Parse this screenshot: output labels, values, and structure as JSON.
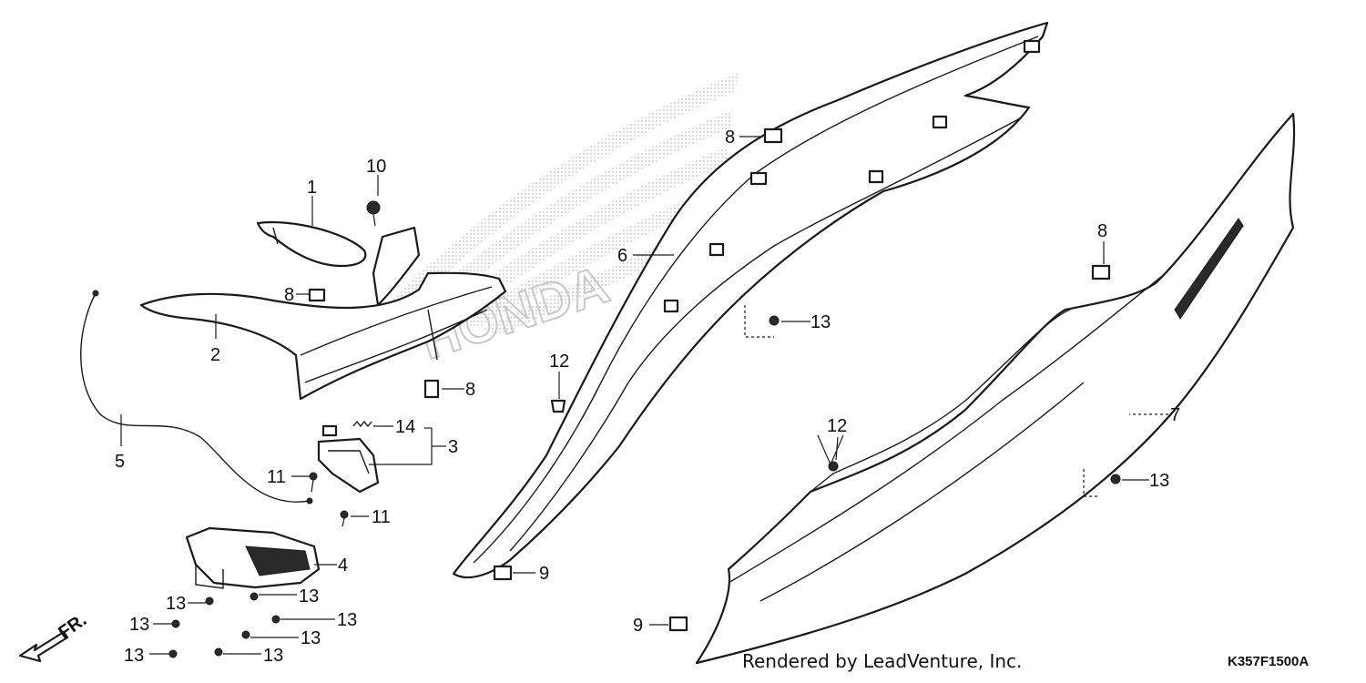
{
  "callouts": {
    "c1": "1",
    "c2": "2",
    "c3": "3",
    "c4": "4",
    "c5": "5",
    "c6": "6",
    "c7": "7",
    "c8a": "8",
    "c8b": "8",
    "c8c": "8",
    "c8d": "8",
    "c9a": "9",
    "c9b": "9",
    "c10": "10",
    "c11a": "11",
    "c11b": "11",
    "c12a": "12",
    "c12b": "12",
    "c13a": "13",
    "c13b": "13",
    "c13c": "13",
    "c13d": "13",
    "c13e": "13",
    "c13f": "13",
    "c13g": "13",
    "c13h": "13",
    "c13i": "13",
    "c14": "14"
  },
  "direction_label": "FR.",
  "credit": "Rendered by LeadVenture, Inc.",
  "diagram_code": "K357F1500A",
  "watermark": "HONDA"
}
